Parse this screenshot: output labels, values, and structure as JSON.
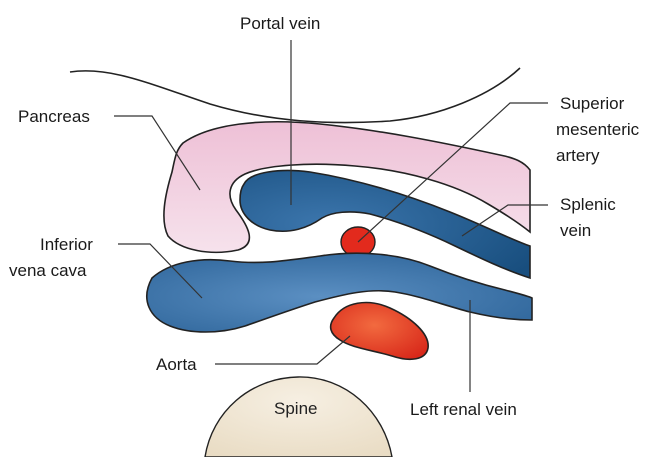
{
  "labels": {
    "portal_vein": "Portal vein",
    "pancreas": "Pancreas",
    "sma_line1": "Superior",
    "sma_line2": "mesenteric",
    "sma_line3": "artery",
    "splenic_line1": "Splenic",
    "splenic_line2": "vein",
    "ivc_line1": "Inferior",
    "ivc_line2": "vena cava",
    "aorta": "Aorta",
    "left_renal_vein": "Left renal vein",
    "spine": "Spine"
  },
  "colors": {
    "pancreas": "#f0c8da",
    "vein": "#3b74a8",
    "vein_dark": "#1f5a8c",
    "artery": "#e23322",
    "spine": "#efe6d6"
  }
}
